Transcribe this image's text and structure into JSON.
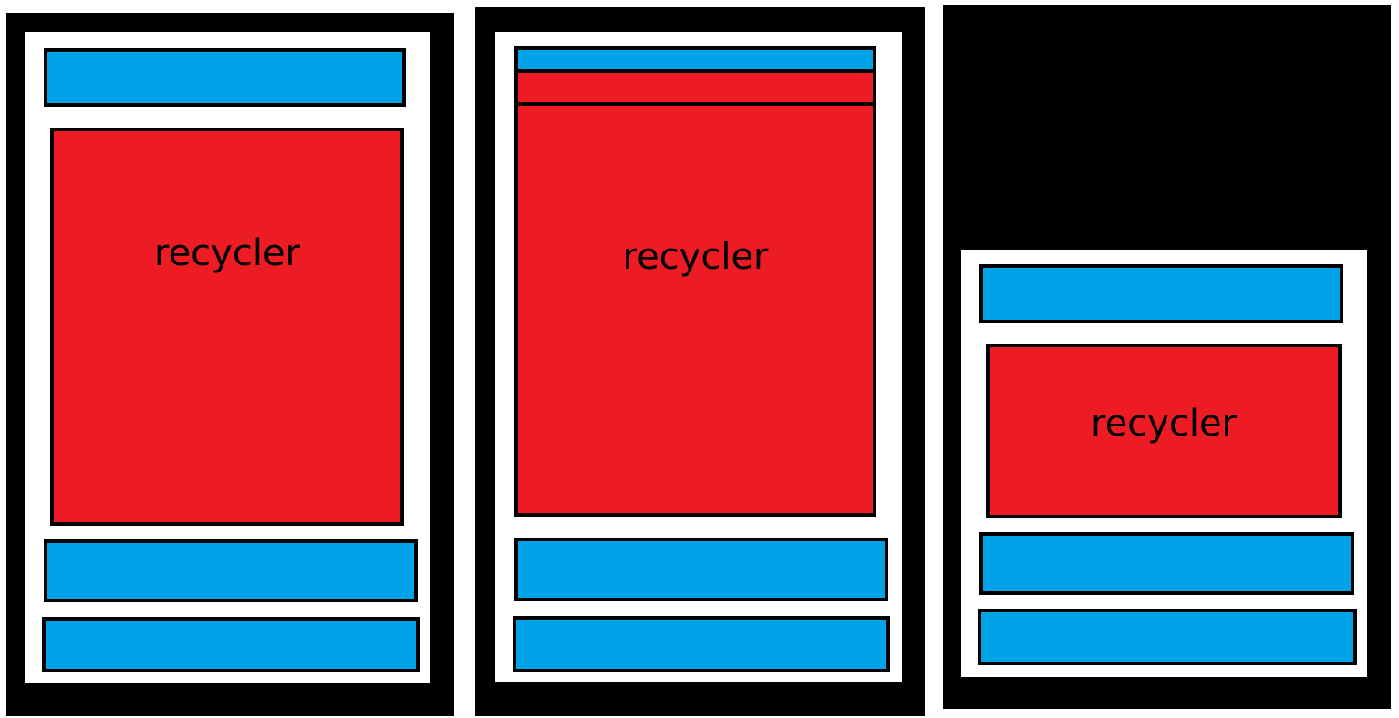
{
  "mockups": [
    {
      "recycler_label": "recycler"
    },
    {
      "recycler_label": "recycler"
    },
    {
      "recycler_label": "recycler"
    }
  ],
  "colors": {
    "frame": "#000000",
    "screen": "#ffffff",
    "toolbar_and_bars": "#00a2e8",
    "recycler": "#ed1c24"
  }
}
